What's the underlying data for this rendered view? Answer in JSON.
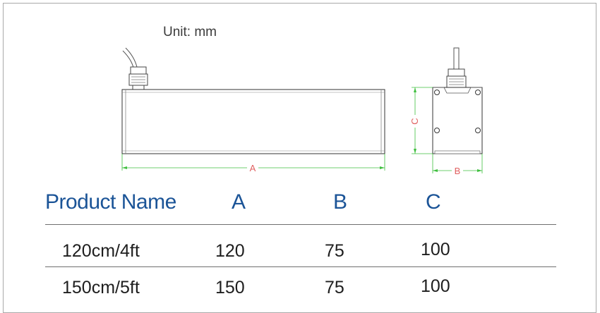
{
  "unit_label": "Unit: mm",
  "dimension_labels": {
    "length": "A",
    "width": "B",
    "height": "C"
  },
  "table": {
    "headers": [
      "Product Name",
      "A",
      "B",
      "C"
    ],
    "rows": [
      [
        "120cm/4ft",
        "120",
        "75",
        "100"
      ],
      [
        "150cm/5ft",
        "150",
        "75",
        "100"
      ]
    ]
  },
  "colors": {
    "header_text": "#1b5497",
    "dimension_line": "#3fbf3f",
    "dimension_label": "#e06060",
    "outline": "#333333"
  }
}
